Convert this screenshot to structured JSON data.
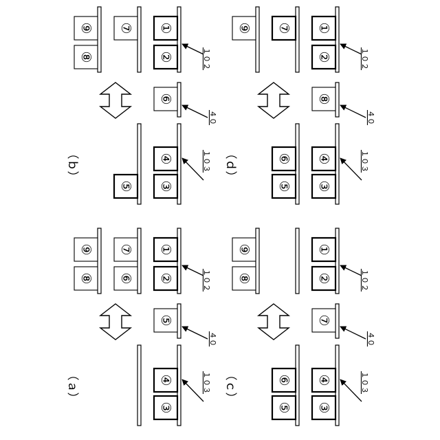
{
  "panels": [
    {
      "id": "a",
      "label": "（ａ）",
      "groups": [
        {
          "id": "103",
          "callout": "１０３",
          "rows": [
            {
              "items": [
                "③",
                "④"
              ],
              "bold": true
            },
            {
              "items": [],
              "bold": false
            }
          ]
        },
        {
          "id": "40",
          "callout": "４０",
          "rows": [
            {
              "items": [
                "⑤"
              ],
              "bold": false
            }
          ]
        },
        {
          "id": "102",
          "callout": "１０２",
          "rows": [
            {
              "items": [
                "②",
                "①"
              ],
              "bold": true
            },
            {
              "items": [
                "⑥",
                "⑦"
              ],
              "bold": false
            },
            {
              "items": [
                "⑧",
                "⑨"
              ],
              "bold": false
            }
          ]
        }
      ]
    },
    {
      "id": "b",
      "label": "（ｂ）",
      "groups": [
        {
          "id": "103",
          "callout": "１０３",
          "rows": [
            {
              "items": [
                "③",
                "④"
              ],
              "bold": true
            },
            {
              "items": [
                "⑤"
              ],
              "bold": true
            }
          ]
        },
        {
          "id": "40",
          "callout": "４０",
          "rows": [
            {
              "items": [
                "⑥"
              ],
              "bold": false
            }
          ]
        },
        {
          "id": "102",
          "callout": "１０２",
          "rows": [
            {
              "items": [
                "②",
                "①"
              ],
              "bold": true
            },
            {
              "items": [
                "",
                "⑦"
              ],
              "bold": false
            },
            {
              "items": [
                "⑧",
                "⑨"
              ],
              "bold": false
            }
          ]
        }
      ]
    },
    {
      "id": "c",
      "label": "（ｃ）",
      "groups": [
        {
          "id": "103",
          "callout": "１０３",
          "rows": [
            {
              "items": [
                "③",
                "④"
              ],
              "bold": true
            },
            {
              "items": [
                "⑤",
                "⑥"
              ],
              "bold": true
            }
          ]
        },
        {
          "id": "40",
          "callout": "４０",
          "rows": [
            {
              "items": [
                "⑦"
              ],
              "bold": false
            }
          ]
        },
        {
          "id": "102",
          "callout": "１０２",
          "rows": [
            {
              "items": [
                "②",
                "①"
              ],
              "bold": true
            },
            {
              "items": [],
              "bold": false
            },
            {
              "items": [
                "⑧",
                "⑨"
              ],
              "bold": false
            }
          ]
        }
      ]
    },
    {
      "id": "d",
      "label": "（ｄ）",
      "groups": [
        {
          "id": "103",
          "callout": "１０３",
          "rows": [
            {
              "items": [
                "③",
                "④"
              ],
              "bold": true
            },
            {
              "items": [
                "⑤",
                "⑥"
              ],
              "bold": true
            }
          ]
        },
        {
          "id": "40",
          "callout": "４０",
          "rows": [
            {
              "items": [
                "⑧"
              ],
              "bold": false
            }
          ]
        },
        {
          "id": "102",
          "callout": "１０２",
          "rows": [
            {
              "items": [
                "②",
                "①"
              ],
              "bold": true
            },
            {
              "items": [
                "",
                "⑦"
              ],
              "bold": true
            },
            {
              "items": [
                "",
                "⑨"
              ],
              "bold": false
            }
          ]
        }
      ]
    }
  ],
  "icons": {
    "transfer": "double-headed-arrow-icon",
    "callout": "leader-arrow-icon"
  }
}
